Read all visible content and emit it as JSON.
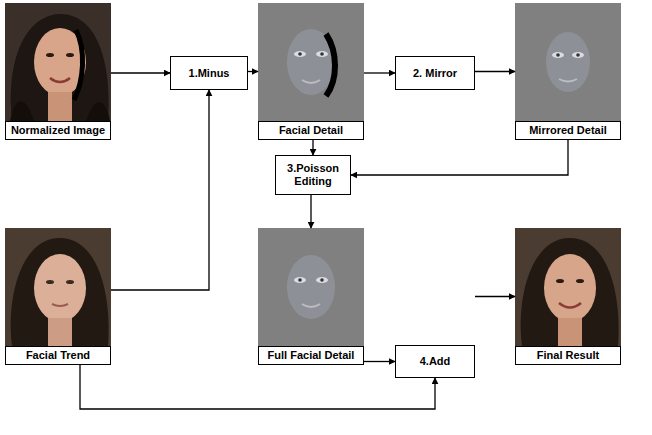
{
  "diagram": {
    "nodes": [
      {
        "text": [
          "Normalized Image"
        ]
      },
      {
        "text": [
          "1.Minus"
        ]
      },
      {
        "text": [
          "Facial Detail"
        ]
      },
      {
        "text": [
          "2. Mirror"
        ]
      },
      {
        "text": [
          "Mirrored Detail"
        ]
      },
      {
        "text": [
          "3.Poisson Editing"
        ]
      },
      {
        "text": [
          "Facial Trend"
        ]
      },
      {
        "text": [
          "Full Facial Detail"
        ]
      },
      {
        "text": [
          "4.Add"
        ]
      },
      {
        "text": [
          "Final Result"
        ]
      }
    ],
    "edges": [
      {
        "from": 0,
        "to": 1,
        "arrow": "to"
      },
      {
        "from": 1,
        "to": 2,
        "arrow": "to"
      },
      {
        "from": 2,
        "to": 3,
        "arrow": "to"
      },
      {
        "from": 3,
        "to": 4,
        "arrow": "to"
      },
      {
        "from": 2,
        "to": 5,
        "arrow": "to"
      },
      {
        "from": 4,
        "to": 5,
        "arrow": "to"
      },
      {
        "from": 6,
        "to": 1,
        "arrow": "to"
      },
      {
        "from": 5,
        "to": 7,
        "arrow": "to"
      },
      {
        "from": 7,
        "to": 8,
        "arrow": "to"
      },
      {
        "from": 6,
        "to": 8,
        "arrow": "to"
      },
      {
        "from": 8,
        "to": 9,
        "arrow": "to"
      }
    ]
  }
}
